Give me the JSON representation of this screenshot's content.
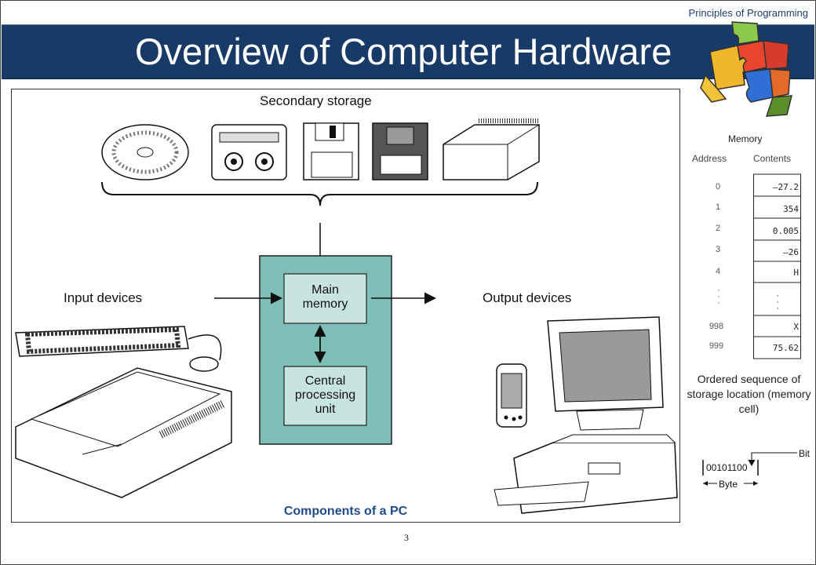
{
  "header": {
    "course": "Principles of Programming",
    "title": "Overview of Computer Hardware"
  },
  "figure": {
    "secondary_storage_label": "Secondary storage",
    "input_devices_label": "Input devices",
    "output_devices_label": "Output devices",
    "main_memory_label": "Main memory",
    "cpu_label": "Central processing unit",
    "caption": "Components of a PC",
    "accent_color": "#7dbfb6"
  },
  "memory": {
    "title": "Memory",
    "address_header": "Address",
    "contents_header": "Contents",
    "rows": [
      {
        "address": "0",
        "contents": "—27.2"
      },
      {
        "address": "1",
        "contents": "354"
      },
      {
        "address": "2",
        "contents": "0.005"
      },
      {
        "address": "3",
        "contents": "—26"
      },
      {
        "address": "4",
        "contents": "H"
      },
      {
        "address": "998",
        "contents": "X"
      },
      {
        "address": "999",
        "contents": "75.62"
      }
    ],
    "description": "Ordered sequence of storage location (memory cell)"
  },
  "bits": {
    "byte_value": "00101100",
    "bit_label": "Bit",
    "byte_label": "Byte"
  },
  "footer": {
    "page_number": "3"
  }
}
